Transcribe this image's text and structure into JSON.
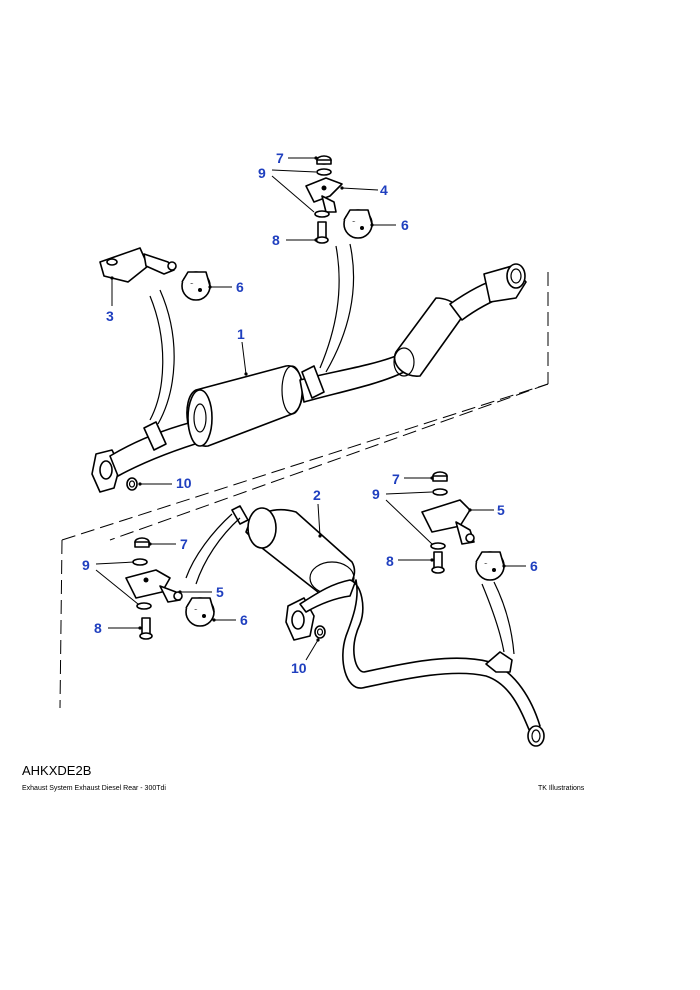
{
  "diagram": {
    "reference_code": "AHKXDE2B",
    "caption": "Exhaust System Exhaust Diesel Rear - 300Tdi",
    "credit": "TK Illustrations",
    "callout_color": "#1f3fbf",
    "callouts": {
      "upper": {
        "c1": "1",
        "c3": "3",
        "c4": "4",
        "c6a": "6",
        "c6b": "6",
        "c7": "7",
        "c8": "8",
        "c9": "9",
        "c10": "10"
      },
      "lower": {
        "c2": "2",
        "c5a": "5",
        "c5b": "5",
        "c6a": "6",
        "c6b": "6",
        "c7a": "7",
        "c7b": "7",
        "c8a": "8",
        "c8b": "8",
        "c9a": "9",
        "c9b": "9",
        "c10": "10"
      }
    }
  }
}
